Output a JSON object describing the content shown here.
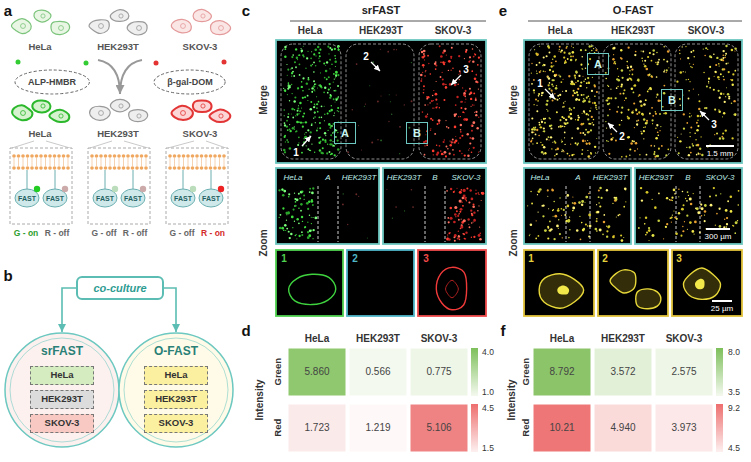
{
  "diagram": {
    "nodes": [
      {
        "text": [
          "ALP-HMBR"
        ]
      },
      {
        "text": [
          "β-gal-DOM"
        ]
      },
      {
        "text": [
          "co-culture"
        ]
      },
      {
        "text": [
          "srFAST"
        ]
      },
      {
        "text": [
          "HeLa"
        ],
        "in": 3
      },
      {
        "text": [
          "HEK293T"
        ],
        "in": 3
      },
      {
        "text": [
          "SKOV-3"
        ],
        "in": 3
      },
      {
        "text": [
          "O-FAST"
        ]
      },
      {
        "text": [
          "HeLa"
        ],
        "in": 7
      },
      {
        "text": [
          "HEK293T"
        ],
        "in": 7
      },
      {
        "text": [
          "SKOV-3"
        ],
        "in": 7
      },
      {
        "text": [
          "A"
        ]
      },
      {
        "text": [
          "B"
        ]
      },
      {
        "text": [
          "A"
        ]
      },
      {
        "text": [
          "B"
        ]
      }
    ],
    "edges": [
      {
        "from": 2,
        "to": 3,
        "arrow": "to"
      },
      {
        "from": 2,
        "to": 7,
        "arrow": "to"
      }
    ],
    "labels": [
      "a",
      "b",
      "c",
      "d",
      "e",
      "f",
      "HeLa",
      "HEK293T",
      "SKOV-3",
      "HeLa",
      "HEK293T",
      "SKOV-3",
      "FAST",
      "FAST",
      "FAST",
      "FAST",
      "FAST",
      "FAST",
      "G - on",
      "R - off",
      "G - off",
      "R - off",
      "G - off",
      "R - on",
      "srFAST",
      "HeLa",
      "HEK293T",
      "SKOV-3",
      "Merge",
      "Zoom",
      "1",
      "2",
      "3",
      "HeLa",
      "A",
      "HEK293T",
      "HEK293T",
      "B",
      "SKOV-3",
      "1",
      "2",
      "3",
      "HeLa",
      "HEK293T",
      "SKOV-3",
      "Green",
      "Red",
      "Intensity",
      "5.860",
      "0.566",
      "0.775",
      "1.723",
      "1.219",
      "5.106",
      "4.0",
      "1.0",
      "4.5",
      "1.5",
      "O-FAST",
      "HeLa",
      "HEK293T",
      "SKOV-3",
      "Merge",
      "Zoom",
      "1",
      "2",
      "3",
      "1.5 mm",
      "HeLa",
      "A",
      "HEK293T",
      "HEK293T",
      "B",
      "SKOV-3",
      "300 µm",
      "1",
      "2",
      "3",
      "25 µm",
      "HeLa",
      "HEK293T",
      "SKOV-3",
      "Green",
      "Red",
      "Intensity",
      "8.792",
      "3.572",
      "2.575",
      "10.21",
      "4.940",
      "3.973",
      "8.0",
      "3.5",
      "9.2",
      "4.5"
    ]
  }
}
